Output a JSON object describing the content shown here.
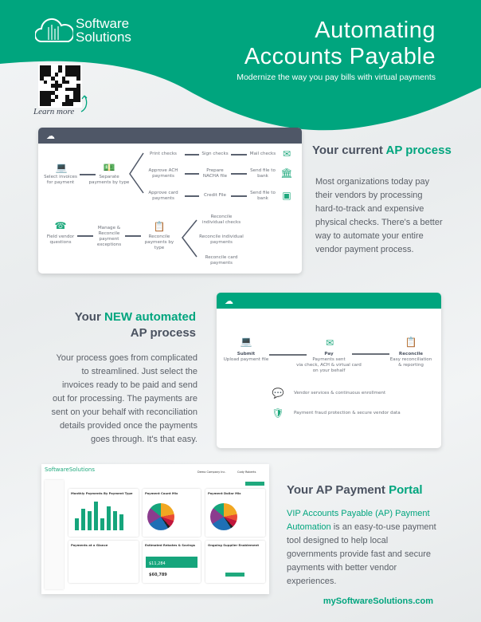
{
  "header": {
    "logo_line1": "Software",
    "logo_line2": "Solutions",
    "title_line1": "Automating",
    "title_line2": "Accounts Payable",
    "subtitle": "Modernize the way you pay bills with virtual payments",
    "learn_more": "Learn more",
    "brand_color": "#00a57e"
  },
  "current": {
    "heading_a": "Your current ",
    "heading_b": "AP process",
    "body": "Most organizations today pay their vendors by processing hard-to-track and expensive physical checks. There's a better way to automate your entire vendor payment process.",
    "flow": {
      "select": "Select invoices for payment",
      "separate": "Separate payments by type",
      "print": "Print checks",
      "sign": "Sign checks",
      "mail": "Mail checks",
      "ach": "Approve ACH payments",
      "nacha": "Prepare NACHA file",
      "send1": "Send file to bank",
      "card": "Approve card payments",
      "credit": "Credit File",
      "send2": "Send file to bank",
      "field": "Field vendor questions",
      "manage": "Manage & Reconcile payment exceptions",
      "reconcile": "Reconcile payments by type",
      "r_checks": "Reconcile individual checks",
      "r_payments": "Reconcile individual payments",
      "r_card": "Reconcile card payments"
    }
  },
  "new": {
    "heading_a": "Your ",
    "heading_b": "NEW automated",
    "heading_c": "AP process",
    "body": "Your process goes from complicated to streamlined. Just select the invoices ready to be paid and send out for processing. The payments are sent on your behalf with reconciliation details provided once the payments goes through. It's that easy.",
    "submit_t": "Submit",
    "submit_d": "Upload payment file",
    "pay_t": "Pay",
    "pay_d1": "Payments sent",
    "pay_d2": "via check, ACH & virtual card",
    "pay_d3": "on your behalf",
    "rec_t": "Reconcile",
    "rec_d1": "Easy reconciliation",
    "rec_d2": "& reporting",
    "vendor": "Vendor services & continuous enrollment",
    "fraud": "Payment fraud protection & secure vendor data"
  },
  "portal": {
    "heading_a": "Your AP Payment ",
    "heading_b": "Portal",
    "body_link": "VIP Accounts Payable (AP) Payment Automation",
    "body_rest": " is an easy-to-use payment tool designed to help local governments provide fast and secure payments with better vendor experiences.",
    "url": "mySoftwareSolutions.com"
  },
  "dashboard": {
    "logo": "SoftwareSolutions",
    "company": "Demo Company Inc.",
    "user": "Cody Roberts",
    "p1": "Monthly Payments By Payment Type",
    "p2": "Payment Count Mix",
    "p3": "Payment Dollar Mix",
    "p4": "Payments at a Glance",
    "p5": "Estimated Rebates & Savings",
    "p6": "Ongoing Supplier Enablement",
    "v1": "$11,284",
    "v2": "$60,789",
    "bars": [
      40,
      70,
      62,
      95,
      40,
      78,
      62,
      52
    ]
  }
}
